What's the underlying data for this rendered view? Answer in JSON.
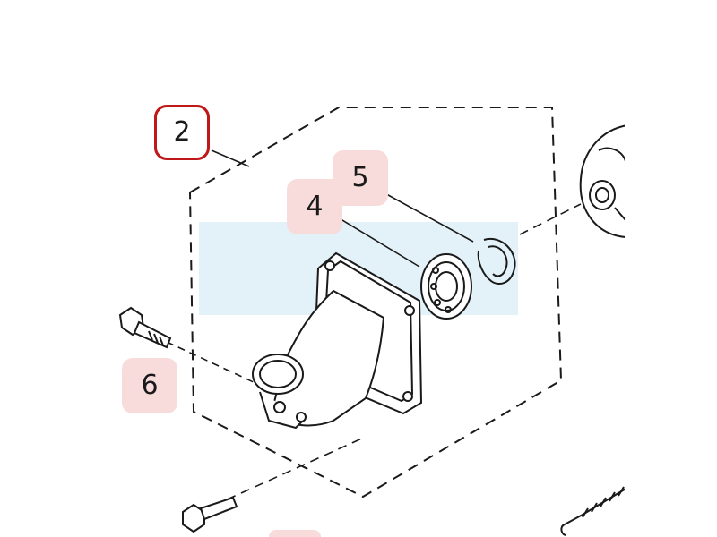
{
  "diagram": {
    "callouts": [
      {
        "id": "c2",
        "label": "2",
        "selected": true
      },
      {
        "id": "c4",
        "label": "4",
        "selected": false
      },
      {
        "id": "c5",
        "label": "5",
        "selected": false
      },
      {
        "id": "c6",
        "label": "6",
        "selected": false
      }
    ],
    "colors": {
      "line": "#1a1a1a",
      "callout_highlight": "#f8dcdc",
      "selected_border": "#c01818",
      "overlay_band": "#e3f1f8"
    }
  }
}
